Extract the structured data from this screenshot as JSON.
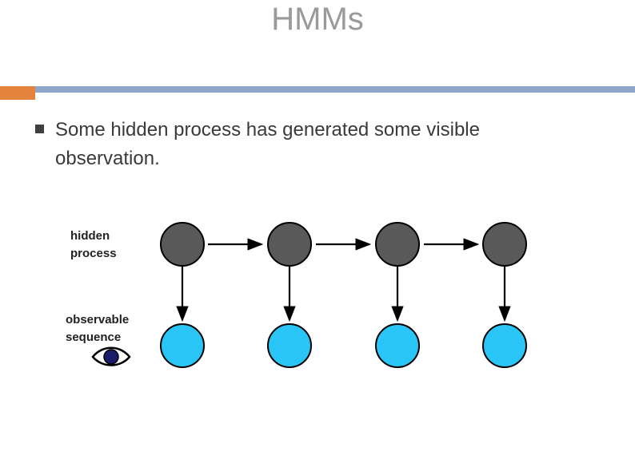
{
  "slide": {
    "title": "HMMs",
    "bullet": "Some hidden process has generated some visible observation.",
    "accent_orange": "#e3833c",
    "accent_blue": "#8fa8c8",
    "title_color": "#9a9a9a"
  },
  "diagram": {
    "name": "hmm-chain-diagram",
    "labels": {
      "hidden_line1": "hidden",
      "hidden_line2": "process",
      "observable_line1": "observable",
      "observable_line2": "sequence"
    },
    "hidden_node_color": "#595959",
    "observable_node_color": "#29c5f6",
    "node_stroke": "#000000",
    "arrow_color": "#000000",
    "hidden_nodes": 4,
    "observable_nodes": 4,
    "eye_icon": "eye-icon"
  }
}
